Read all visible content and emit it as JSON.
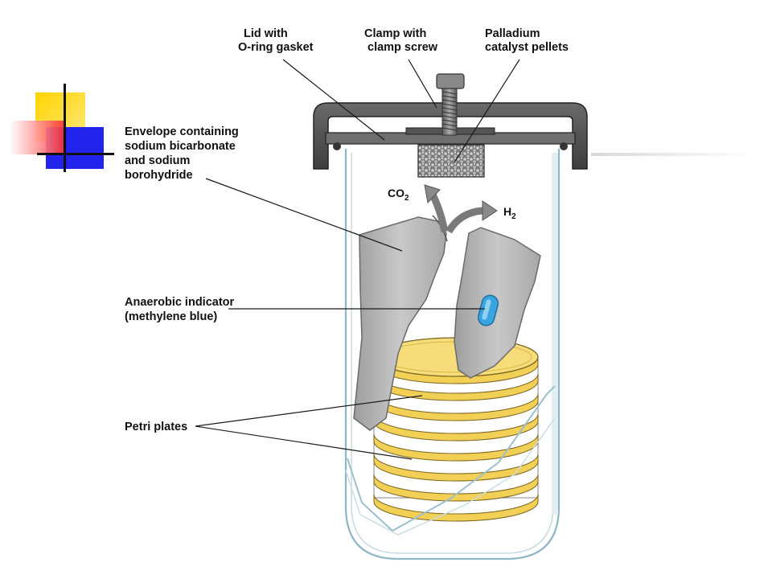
{
  "labels": {
    "lid": [
      "Lid with",
      "O-ring gasket"
    ],
    "clamp": [
      "Clamp with",
      "clamp screw"
    ],
    "palladium": [
      "Palladium",
      "catalyst pellets"
    ],
    "envelope": [
      "Envelope containing",
      "sodium bicarbonate",
      "and sodium",
      "borohydride"
    ],
    "indicator": [
      "Anaerobic indicator",
      "(methylene blue)"
    ],
    "petri": [
      "Petri plates"
    ]
  },
  "gases": {
    "co2": {
      "base": "CO",
      "sub": "2"
    },
    "h2": {
      "base": "H",
      "sub": "2"
    }
  },
  "colors": {
    "accent_yellow": "#ffd21f",
    "accent_red": "#ff3030",
    "accent_blue": "#2020ff",
    "lid_dark": "#555555",
    "plate_yellow": "#f5d872",
    "indicator_blue": "#3aa4e0",
    "envelope_gray": "#b8b8b8"
  }
}
